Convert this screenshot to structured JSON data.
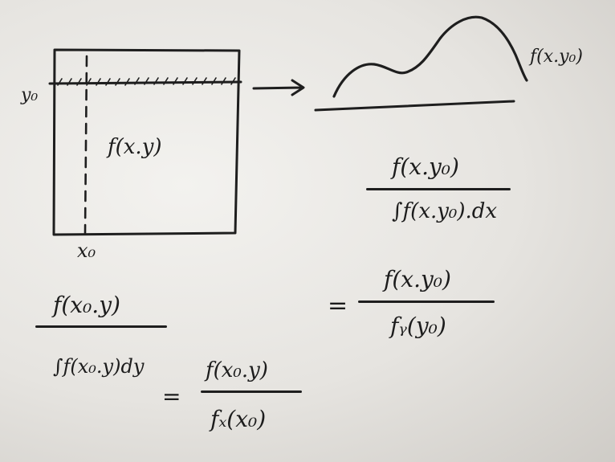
{
  "board": {
    "label_y0": "y₀",
    "label_x0": "x₀",
    "density_label": "f(x.y)",
    "curve_label": "f(x.y₀)",
    "arrow_icon": "right-arrow",
    "conditional_y": {
      "numerator": "f(x.y₀)",
      "denominator": "∫f(x.y₀).dx"
    },
    "equals_y": "=",
    "marginal_y": {
      "numerator": "f(x.y₀)",
      "denominator": "fᵧ(y₀)"
    },
    "conditional_x": {
      "numerator": "f(x₀.y)",
      "denominator": "∫f(x₀.y)dy"
    },
    "equals_x": "=",
    "marginal_x": {
      "numerator": "f(x₀.y)",
      "denominator": "fₓ(x₀)"
    }
  }
}
